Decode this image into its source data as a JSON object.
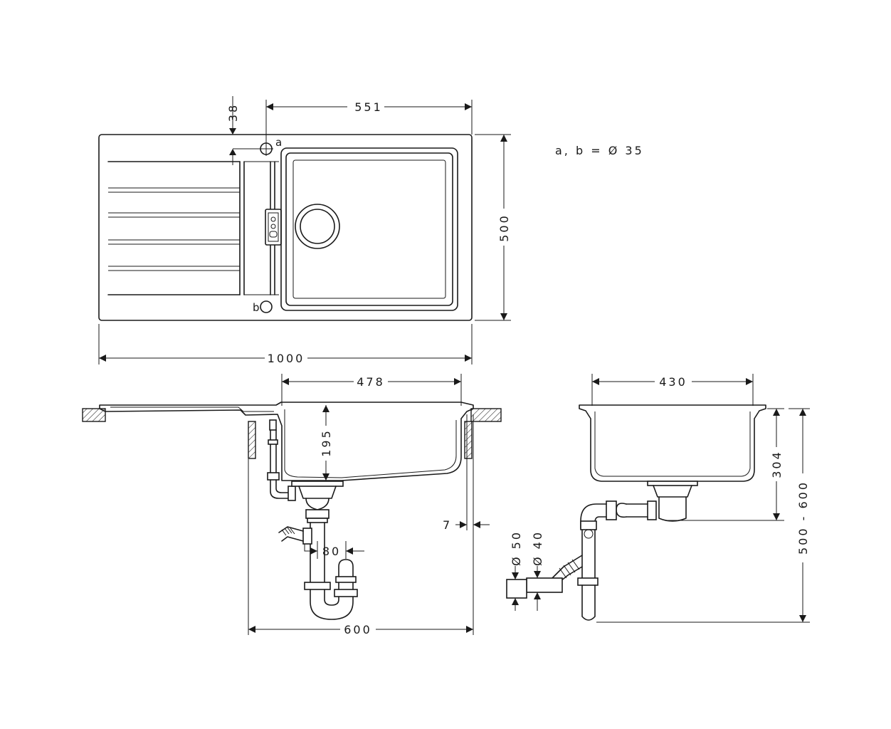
{
  "note": "a, b = Ø 35",
  "labels": {
    "a": "a",
    "b": "b"
  },
  "dimensions": {
    "hole_offset": "38",
    "bowl_length": "551",
    "total_depth": "500",
    "total_length": "1000",
    "bowl_inner_length": "478",
    "bowl_depth": "195",
    "overhang": "7",
    "outlet_offset": "80",
    "cabinet_width": "600",
    "bowl_inner_width": "430",
    "outlet_height": "304",
    "install_height": "500 - 600",
    "pipe_d50": "Ø 50",
    "pipe_d40": "Ø 40"
  }
}
